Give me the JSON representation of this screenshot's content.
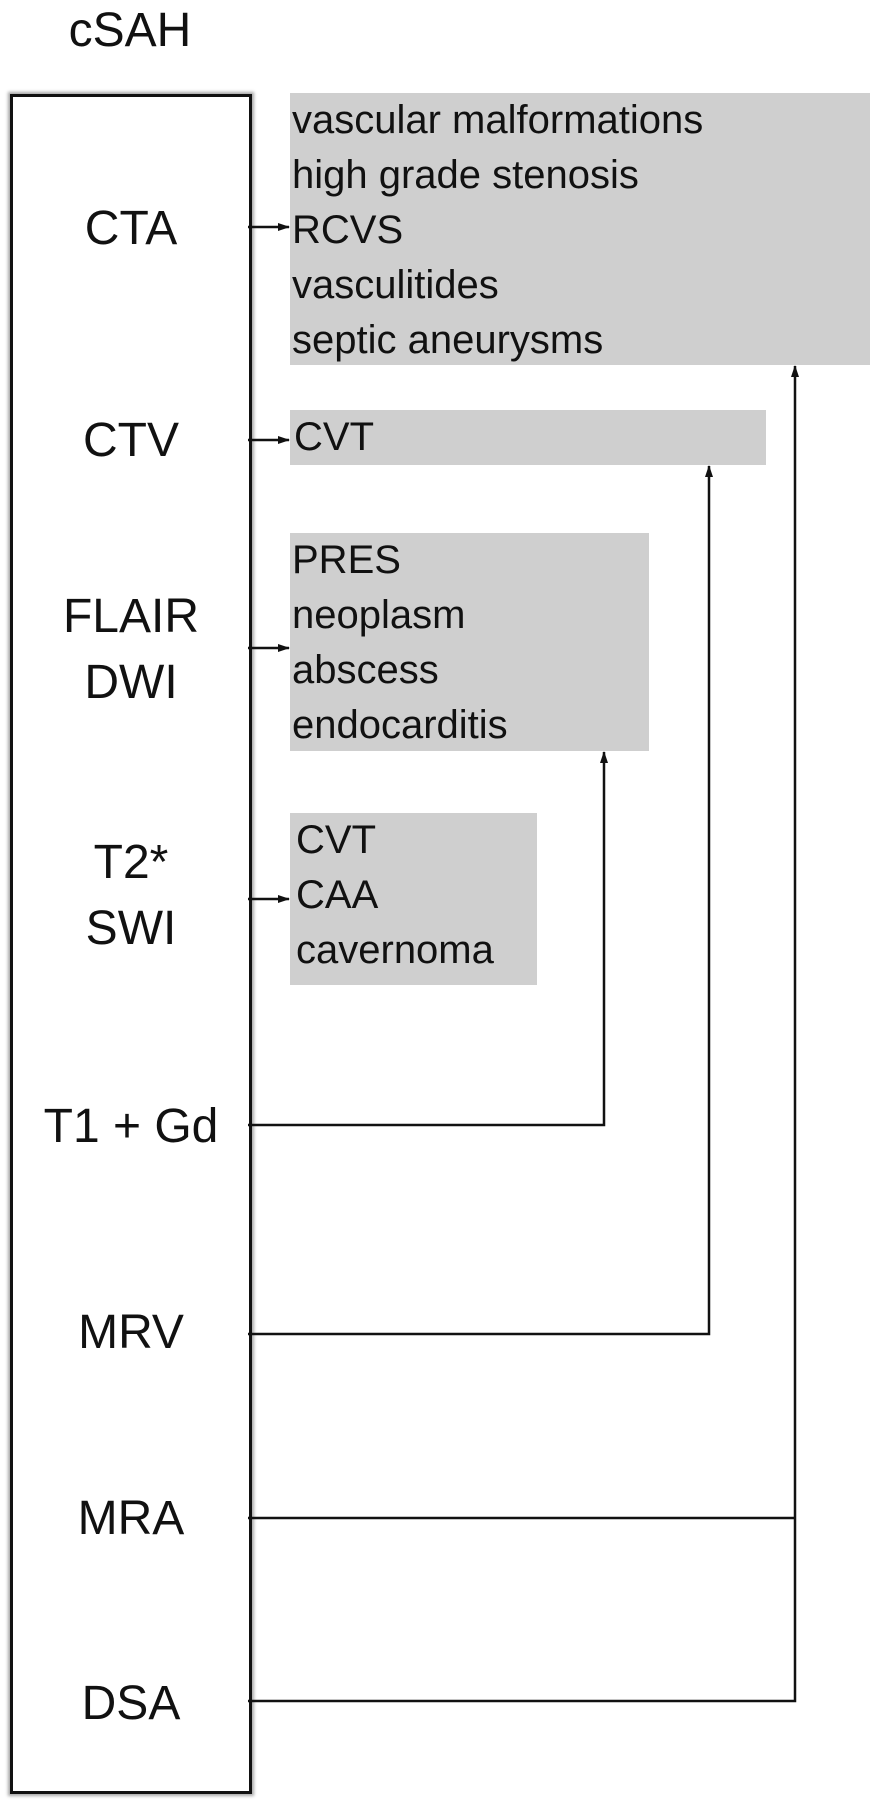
{
  "diagram": {
    "title": "cSAH",
    "modalities": [
      {
        "id": "cta",
        "lines": [
          "CTA"
        ]
      },
      {
        "id": "ctv",
        "lines": [
          "CTV"
        ]
      },
      {
        "id": "flair-dwi",
        "lines": [
          "FLAIR",
          "DWI"
        ]
      },
      {
        "id": "t2-swi",
        "lines": [
          "T2*",
          "SWI"
        ]
      },
      {
        "id": "t1-gd",
        "lines": [
          "T1 + Gd"
        ]
      },
      {
        "id": "mrv",
        "lines": [
          "MRV"
        ]
      },
      {
        "id": "mra",
        "lines": [
          "MRA"
        ]
      },
      {
        "id": "dsa",
        "lines": [
          "DSA"
        ]
      }
    ],
    "finding_groups": [
      {
        "id": "cta-findings",
        "items": [
          "vascular malformations",
          "high grade stenosis",
          "RCVS",
          "vasculitides",
          "septic aneurysms"
        ]
      },
      {
        "id": "ctv-findings",
        "items": [
          "CVT"
        ]
      },
      {
        "id": "flair-dwi-findings",
        "items": [
          "PRES",
          "neoplasm",
          "abscess",
          "endocarditis"
        ]
      },
      {
        "id": "t2-swi-findings",
        "items": [
          "CVT",
          "CAA",
          "cavernoma"
        ]
      }
    ],
    "connections": [
      {
        "from": "cta",
        "to": "cta-findings"
      },
      {
        "from": "ctv",
        "to": "ctv-findings"
      },
      {
        "from": "flair-dwi",
        "to": "flair-dwi-findings"
      },
      {
        "from": "t2-swi",
        "to": "t2-swi-findings"
      },
      {
        "from": "t1-gd",
        "to": "flair-dwi-findings"
      },
      {
        "from": "mrv",
        "to": "ctv-findings"
      },
      {
        "from": "mra",
        "to": "cta-findings"
      },
      {
        "from": "dsa",
        "to": "cta-findings"
      }
    ],
    "colors": {
      "finding_box_fill": "#cfcfcf",
      "line": "#111111",
      "text": "#111111"
    }
  }
}
